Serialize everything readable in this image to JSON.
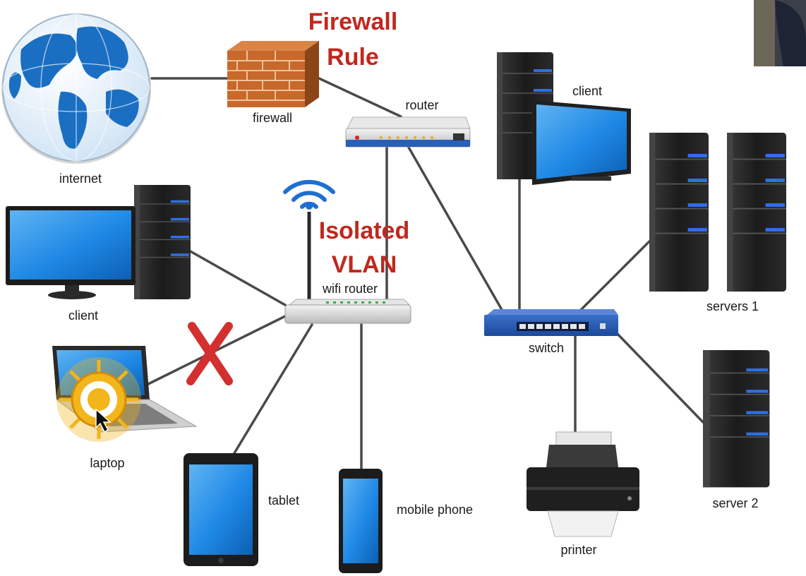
{
  "headings": {
    "firewall_rule": [
      "Firewall",
      "Rule"
    ],
    "isolated_vlan": [
      "Isolated",
      "VLAN"
    ]
  },
  "nodes": {
    "internet": "internet",
    "firewall": "firewall",
    "router": "router",
    "client_top": "client",
    "servers1": "servers 1",
    "client_left": "client",
    "wifi_router": "wifi router",
    "switch": "switch",
    "laptop": "laptop",
    "tablet": "tablet",
    "mobile_phone": "mobile phone",
    "printer": "printer",
    "server2": "server 2"
  },
  "colors": {
    "heading": "#c0281e",
    "wire": "#4a4a4a",
    "screen_blue": "#1e88e5",
    "server_black": "#1b1b1b",
    "led_blue": "#2f6fe0",
    "brick": "#c8682a",
    "block_mark": "#d32f2f",
    "virus_yellow": "#f2b51b"
  },
  "icons": [
    "globe-icon",
    "brick-firewall-icon",
    "router-icon",
    "wifi-signal-icon",
    "tower-server-icon",
    "monitor-icon",
    "switch-icon",
    "laptop-icon",
    "virus-icon",
    "cursor-icon",
    "blocked-x-icon",
    "tablet-icon",
    "phone-icon",
    "printer-icon"
  ]
}
